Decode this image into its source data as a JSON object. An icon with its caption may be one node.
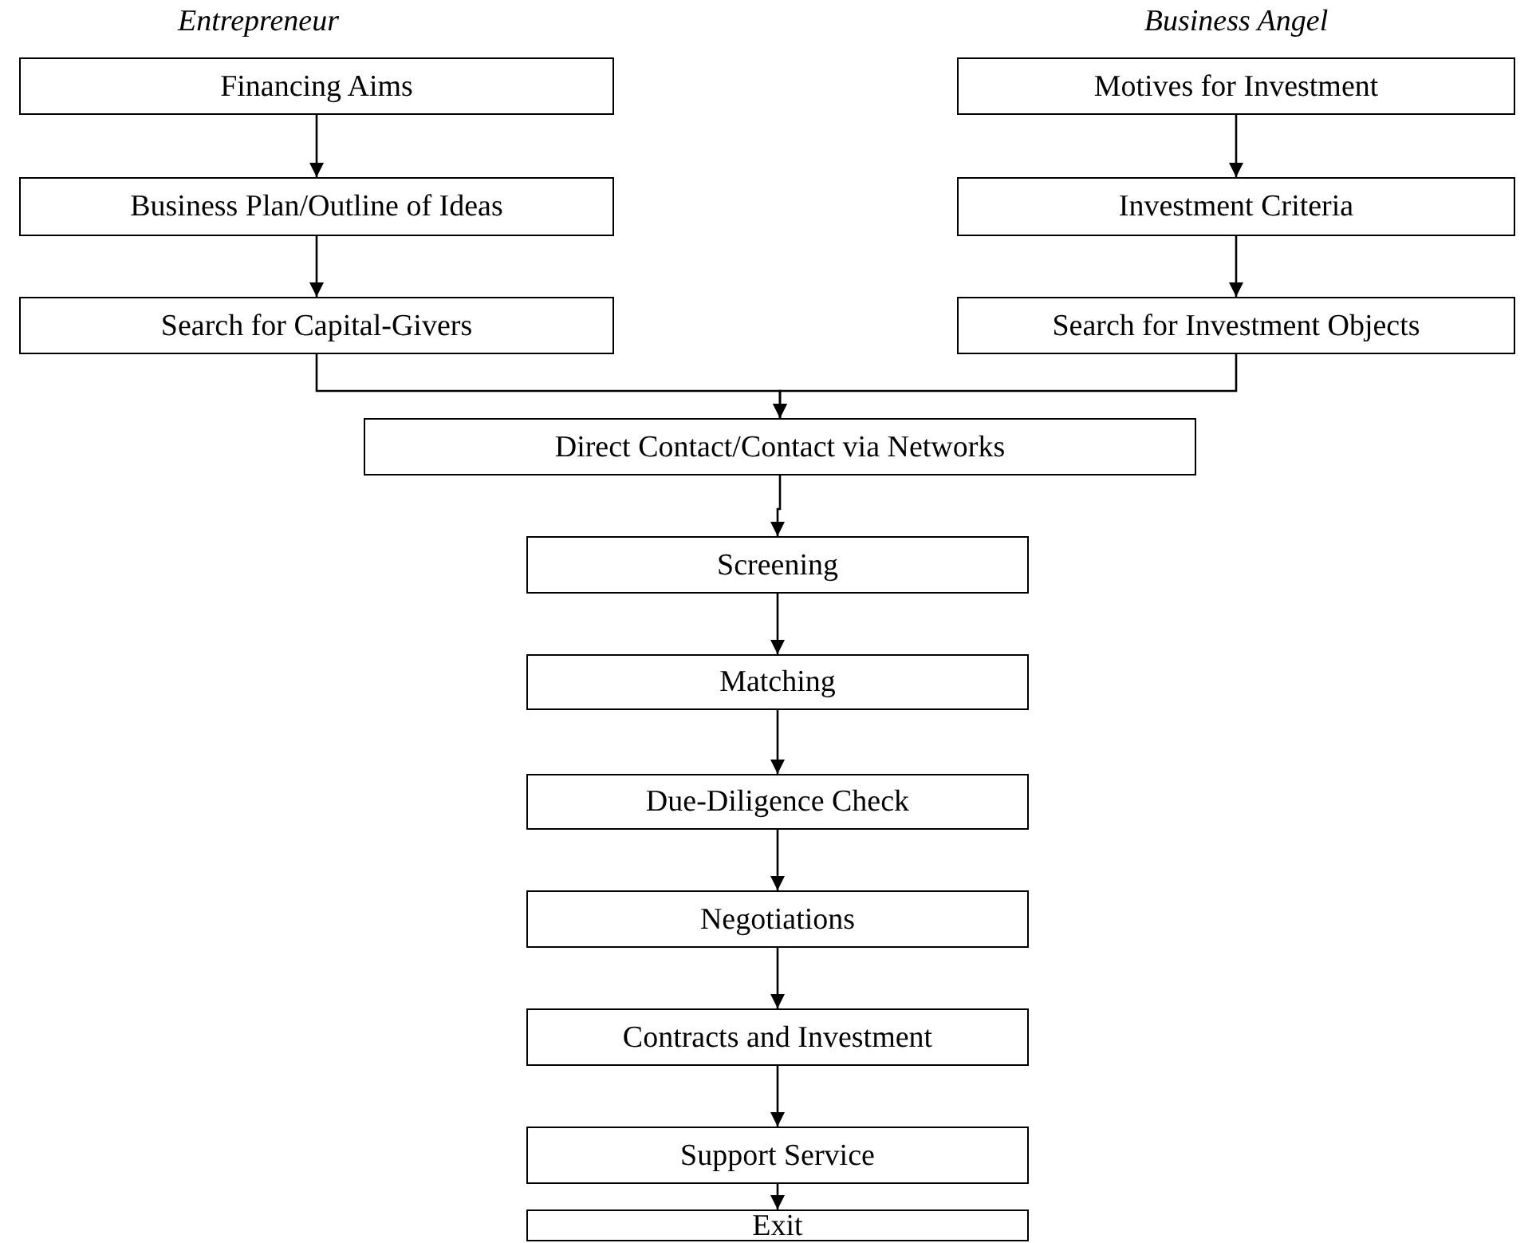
{
  "diagram": {
    "nodes": [
      {
        "text": [
          "Financing Aims"
        ]
      },
      {
        "text": [
          "Business Plan/Outline of Ideas"
        ]
      },
      {
        "text": [
          "Search for Capital-Givers"
        ]
      },
      {
        "text": [
          "Motives for Investment"
        ]
      },
      {
        "text": [
          "Investment Criteria"
        ]
      },
      {
        "text": [
          "Search for Investment Objects"
        ]
      },
      {
        "text": [
          "Direct Contact/Contact via Networks"
        ]
      },
      {
        "text": [
          "Screening"
        ]
      },
      {
        "text": [
          "Matching"
        ]
      },
      {
        "text": [
          "Due-Diligence Check"
        ]
      },
      {
        "text": [
          "Negotiations"
        ]
      },
      {
        "text": [
          "Contracts and Investment"
        ]
      },
      {
        "text": [
          "Support Service"
        ]
      },
      {
        "text": [
          "Exit"
        ]
      }
    ],
    "edges": [
      {
        "from": 0,
        "to": 1,
        "arrow": "to"
      },
      {
        "from": 1,
        "to": 2,
        "arrow": "to"
      },
      {
        "from": 3,
        "to": 4,
        "arrow": "to"
      },
      {
        "from": 4,
        "to": 5,
        "arrow": "to"
      },
      {
        "from": 2,
        "to": 6,
        "arrow": "to"
      },
      {
        "from": 5,
        "to": 6,
        "arrow": "to"
      },
      {
        "from": 6,
        "to": 7,
        "arrow": "to"
      },
      {
        "from": 7,
        "to": 8,
        "arrow": "to"
      },
      {
        "from": 8,
        "to": 9,
        "arrow": "to"
      },
      {
        "from": 9,
        "to": 10,
        "arrow": "to"
      },
      {
        "from": 10,
        "to": 11,
        "arrow": "to"
      },
      {
        "from": 11,
        "to": 12,
        "arrow": "to"
      },
      {
        "from": 12,
        "to": 13,
        "arrow": "to"
      }
    ],
    "labels": [
      "Entrepreneur",
      "Business Angel"
    ]
  }
}
